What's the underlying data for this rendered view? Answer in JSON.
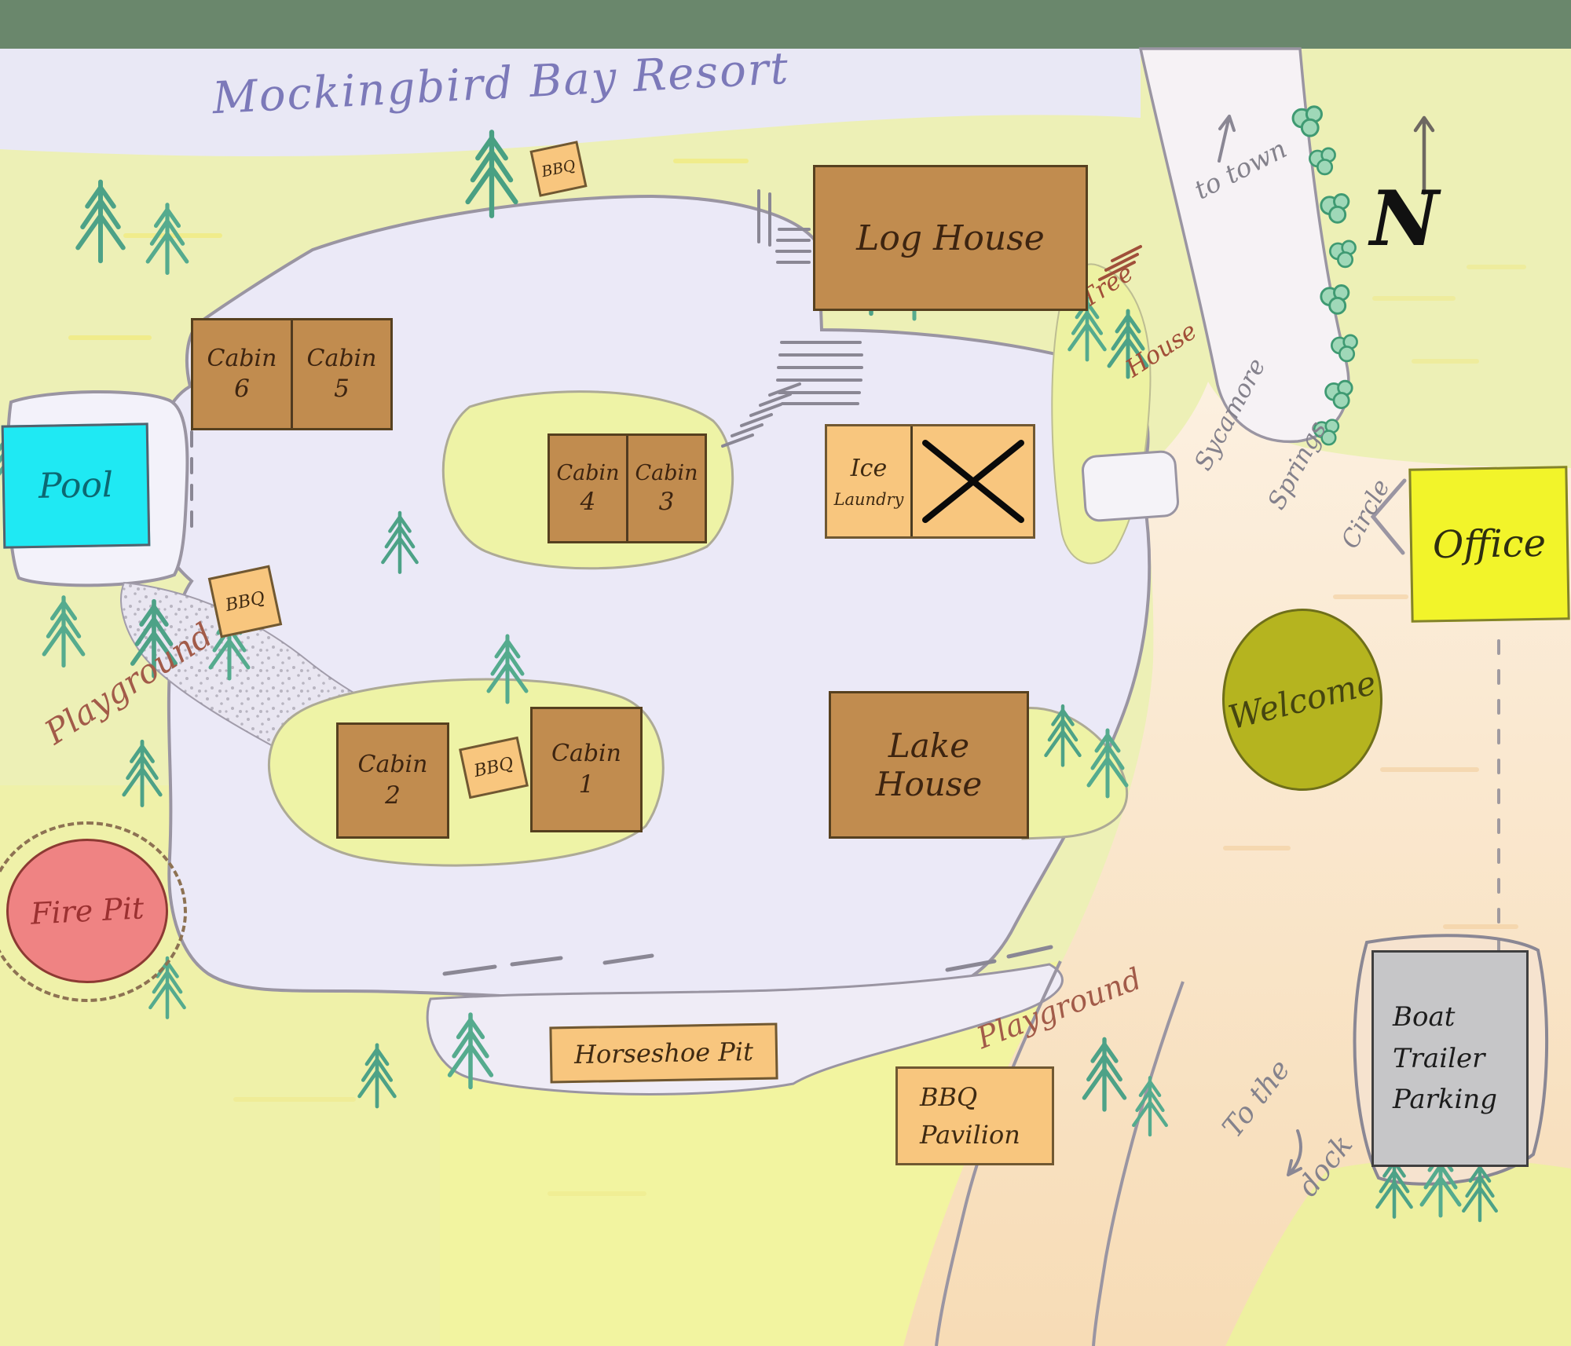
{
  "title": "Mockingbird Bay Resort",
  "compass": {
    "label": "N"
  },
  "buildings": {
    "log_house": "Log House",
    "lake_house": "Lake House",
    "office": "Office",
    "pool": "Pool",
    "welcome": "Welcome",
    "fire_pit": "Fire Pit",
    "horseshoe_pit": "Horseshoe Pit",
    "bbq": "BBQ",
    "bbq_pavilion": {
      "line1": "BBQ",
      "line2": "Pavilion"
    },
    "ice_laundry": {
      "line1": "Ice",
      "line2": "Laundry"
    },
    "boat_trailer_parking": {
      "line1": "Boat",
      "line2": "Trailer",
      "line3": "Parking"
    },
    "cabins": {
      "word": "Cabin",
      "c1": "1",
      "c2": "2",
      "c3": "3",
      "c4": "4",
      "c5": "5",
      "c6": "6"
    }
  },
  "labels": {
    "tree_house": {
      "line1": "Tree",
      "line2": "House"
    },
    "to_town": "to town",
    "sycamore_springs_circle": {
      "line1": "Sycamore",
      "line2": "Springs",
      "line3": "Circle"
    },
    "playground": "Playground",
    "to_the_dock": {
      "line1": "To the",
      "line2": "dock"
    }
  },
  "colors": {
    "cabin_brown": "#c18c4f",
    "amenity_orange": "#f8c67e",
    "pool_cyan": "#1fe9f3",
    "office_yellow": "#f2f42a",
    "parking_gray": "#c6c6c8",
    "fire_pit_pink": "#ef8383",
    "welcome_olive": "#b5b41f",
    "road_lavender": "#ebe9f7",
    "grass_green": "#edf0b6",
    "sand_peach": "#f9e5c8",
    "title_purple": "#7c79b9"
  }
}
